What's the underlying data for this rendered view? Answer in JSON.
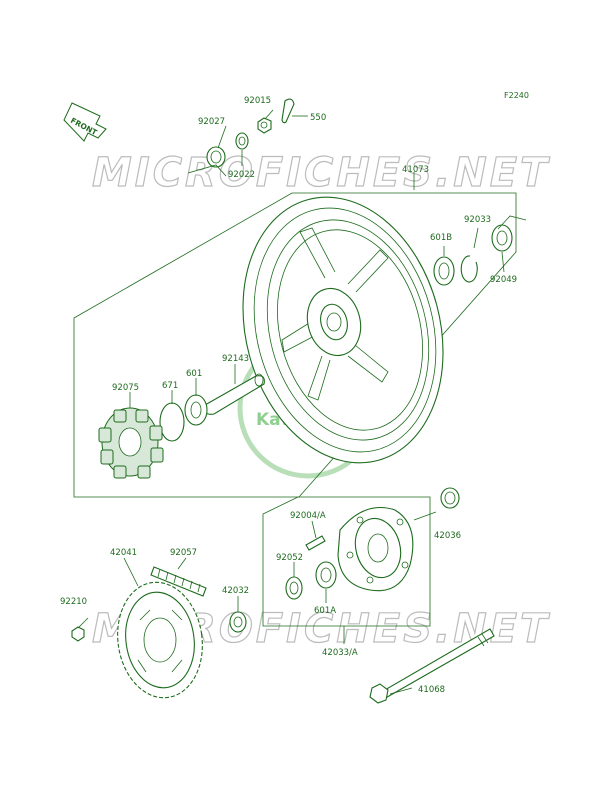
{
  "diagram": {
    "ref_code": "F2240",
    "front_label": "FRONT",
    "watermark": "MICROFICHES.NET",
    "logo_text": "Kawasaki",
    "parts": {
      "p92015": "92015",
      "p550": "550",
      "p92027": "92027",
      "p92022": "92022",
      "p41073": "41073",
      "p92033": "92033",
      "p601B": "601B",
      "p92049": "92049",
      "p92143": "92143",
      "p601": "601",
      "p671": "671",
      "p92075": "92075",
      "p92004A": "92004/A",
      "p42036": "42036",
      "p92052": "92052",
      "p42041": "42041",
      "p92057": "92057",
      "p42032": "42032",
      "p601A": "601A",
      "p92210": "92210",
      "p42033A": "42033/A",
      "p41068": "41068"
    }
  }
}
